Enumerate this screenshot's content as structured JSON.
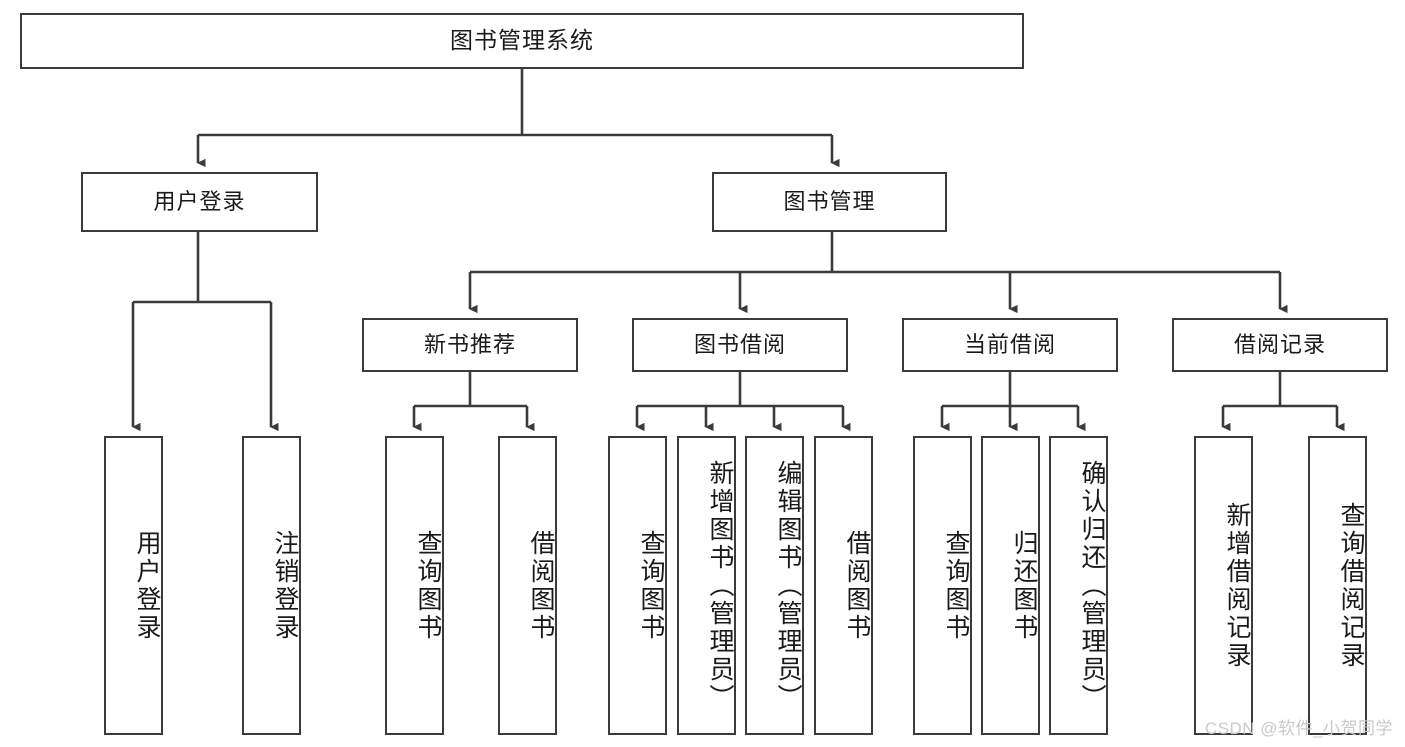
{
  "diagram": {
    "type": "tree",
    "title": "图书管理系统",
    "orientation": "top-down",
    "colors": {
      "box_border": "#3b3b3b",
      "box_fill": "#ffffff",
      "link": "#3b3b3b",
      "text": "#1a1a1a",
      "background": "#ffffff",
      "watermark": "#c9c9c9"
    },
    "nodes": {
      "root": {
        "label": "图书管理系统"
      },
      "level2": [
        {
          "label": "用户登录"
        },
        {
          "label": "图书管理"
        }
      ],
      "level3": [
        {
          "label": "新书推荐"
        },
        {
          "label": "图书借阅"
        },
        {
          "label": "当前借阅"
        },
        {
          "label": "借阅记录"
        }
      ],
      "leaves": {
        "user_login": [
          {
            "label": "用户登录"
          },
          {
            "label": "注销登录"
          }
        ],
        "new_book": [
          {
            "label": "查询图书"
          },
          {
            "label": "借阅图书"
          }
        ],
        "book_borrow": [
          {
            "label": "查询图书"
          },
          {
            "label": "新增图书（管理员）"
          },
          {
            "label": "编辑图书（管理员）"
          },
          {
            "label": "借阅图书"
          }
        ],
        "current_borrow": [
          {
            "label": "查询图书"
          },
          {
            "label": "归还图书"
          },
          {
            "label": "确认归还（管理员）"
          }
        ],
        "borrow_record": [
          {
            "label": "新增借阅记录"
          },
          {
            "label": "查询借阅记录"
          }
        ]
      }
    },
    "watermark": "CSDN @软件_小贺同学"
  }
}
